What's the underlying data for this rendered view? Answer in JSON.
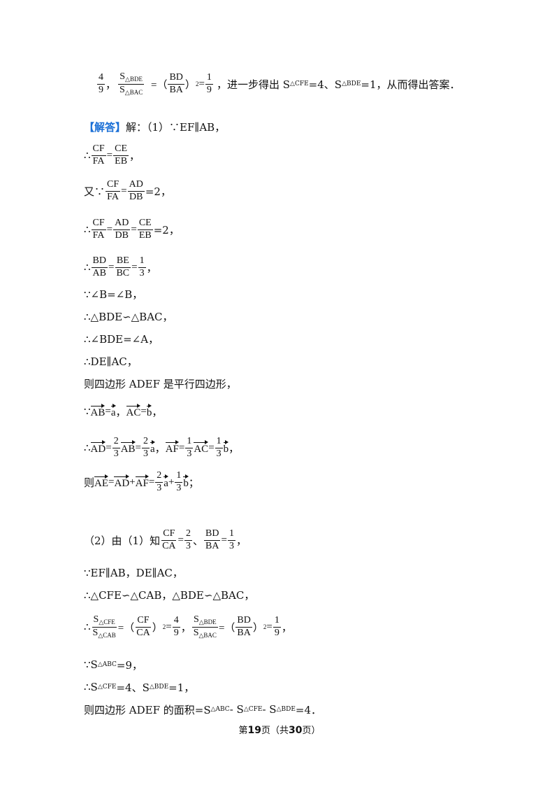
{
  "lines": {
    "l0": {
      "c1": "4",
      "c2": "9",
      "c3": "，",
      "c4": "S",
      "c5": "△BDE",
      "c6": "S",
      "c7": "△BAC",
      "c8": "=（",
      "c9": "BD",
      "c10": "BA",
      "c11": "）",
      "c12": "2",
      "c13": "=",
      "c14": "1",
      "c15": "9",
      "c16": "，进一步得出 S",
      "c17": "△CFE",
      "c18": "=4、S",
      "c19": "△BDE",
      "c20": "=1，从而得出答案．"
    },
    "l1": {
      "c1": "【解答】",
      "c2": "解：（1）∵EF∥AB，"
    },
    "l2": {
      "c1": "∴",
      "c2": "CF",
      "c3": "FA",
      "c4": "=",
      "c5": "CE",
      "c6": "EB",
      "c7": "，"
    },
    "l3": {
      "c1": "又∵",
      "c2": "CF",
      "c3": "FA",
      "c4": "=",
      "c5": "AD",
      "c6": "DB",
      "c7": "=2，"
    },
    "l4": {
      "c1": "∴",
      "c2": "CF",
      "c3": "FA",
      "c4": "=",
      "c5": "AD",
      "c6": "DB",
      "c7": "=",
      "c8": "CE",
      "c9": "EB",
      "c10": "=2，"
    },
    "l5": {
      "c1": "∴",
      "c2": "BD",
      "c3": "AB",
      "c4": "=",
      "c5": "BE",
      "c6": "BC",
      "c7": "=",
      "c8": "1",
      "c9": "3",
      "c10": "，"
    },
    "l6": {
      "c1": "∵∠B=∠B，"
    },
    "l7": {
      "c1": "∴△BDE∽△BAC，"
    },
    "l8": {
      "c1": "∴∠BDE=∠A，"
    },
    "l9": {
      "c1": "∴DE∥AC，"
    },
    "l10": {
      "c1": "则四边形 ADEF 是平行四边形，"
    },
    "l11": {
      "c1": "∵",
      "c2": "AB",
      "c3": "=",
      "c4": "a",
      "c5": "，",
      "c6": "AC",
      "c7": "=",
      "c8": "b",
      "c9": "，"
    },
    "l12": {
      "c1": "∴",
      "c2": "AD",
      "c3": "=",
      "c4": "2",
      "c5": "3",
      "c6": "AB",
      "c7": "=",
      "c8": "2",
      "c9": "3",
      "c10": "a",
      "c11": "，",
      "c12": "AF",
      "c13": "=",
      "c14": "1",
      "c15": "3",
      "c16": "AC",
      "c17": "=",
      "c18": "1",
      "c19": "3",
      "c20": "b",
      "c21": "，"
    },
    "l13": {
      "c1": "则",
      "c2": "AE",
      "c3": "=",
      "c4": "AD",
      "c5": "+",
      "c6": "AF",
      "c7": "=",
      "c8": "2",
      "c9": "3",
      "c10": "a",
      "c11": "+",
      "c12": "1",
      "c13": "3",
      "c14": "b",
      "c15": "；"
    },
    "l14": {
      "c1": "（2）由（1）知",
      "c2": "CF",
      "c3": "CA",
      "c4": "=",
      "c5": "2",
      "c6": "3",
      "c7": "、",
      "c8": "BD",
      "c9": "BA",
      "c10": "=",
      "c11": "1",
      "c12": "3",
      "c13": "，"
    },
    "l15": {
      "c1": "∵EF∥AB，DE∥AC，"
    },
    "l16": {
      "c1": "∴△CFE∽△CAB，△BDE∽△BAC，"
    },
    "l17": {
      "c1": "∴",
      "c2": "S",
      "c3": "△CFE",
      "c4": "S",
      "c5": "△CAB",
      "c6": "=（",
      "c7": "CF",
      "c8": "CA",
      "c9": "）",
      "c10": "2",
      "c11": "=",
      "c12": "4",
      "c13": "9",
      "c14": "，",
      "c15": "S",
      "c16": "△BDE",
      "c17": "S",
      "c18": "△BAC",
      "c19": "=（",
      "c20": "BD",
      "c21": "BA",
      "c22": "）",
      "c23": "2",
      "c24": "=",
      "c25": "1",
      "c26": "9",
      "c27": "，"
    },
    "l18": {
      "c1": "∵S",
      "c2": "△ABC",
      "c3": "=9，"
    },
    "l19": {
      "c1": "∴S",
      "c2": "△CFE",
      "c3": "=4、S",
      "c4": "△BDE",
      "c5": "=1，"
    },
    "l20": {
      "c1": "则四边形 ADEF 的面积=S",
      "c2": "△ABC",
      "c3": " - S",
      "c4": "△CFE",
      "c5": " - S",
      "c6": "△BDE",
      "c7": "=4．"
    }
  },
  "footer": {
    "pre": "第",
    "page": "19",
    "mid": "页（共",
    "total": "30",
    "post": "页）"
  },
  "colors": {
    "highlight": "#1a6fd6",
    "text": "#111111"
  }
}
